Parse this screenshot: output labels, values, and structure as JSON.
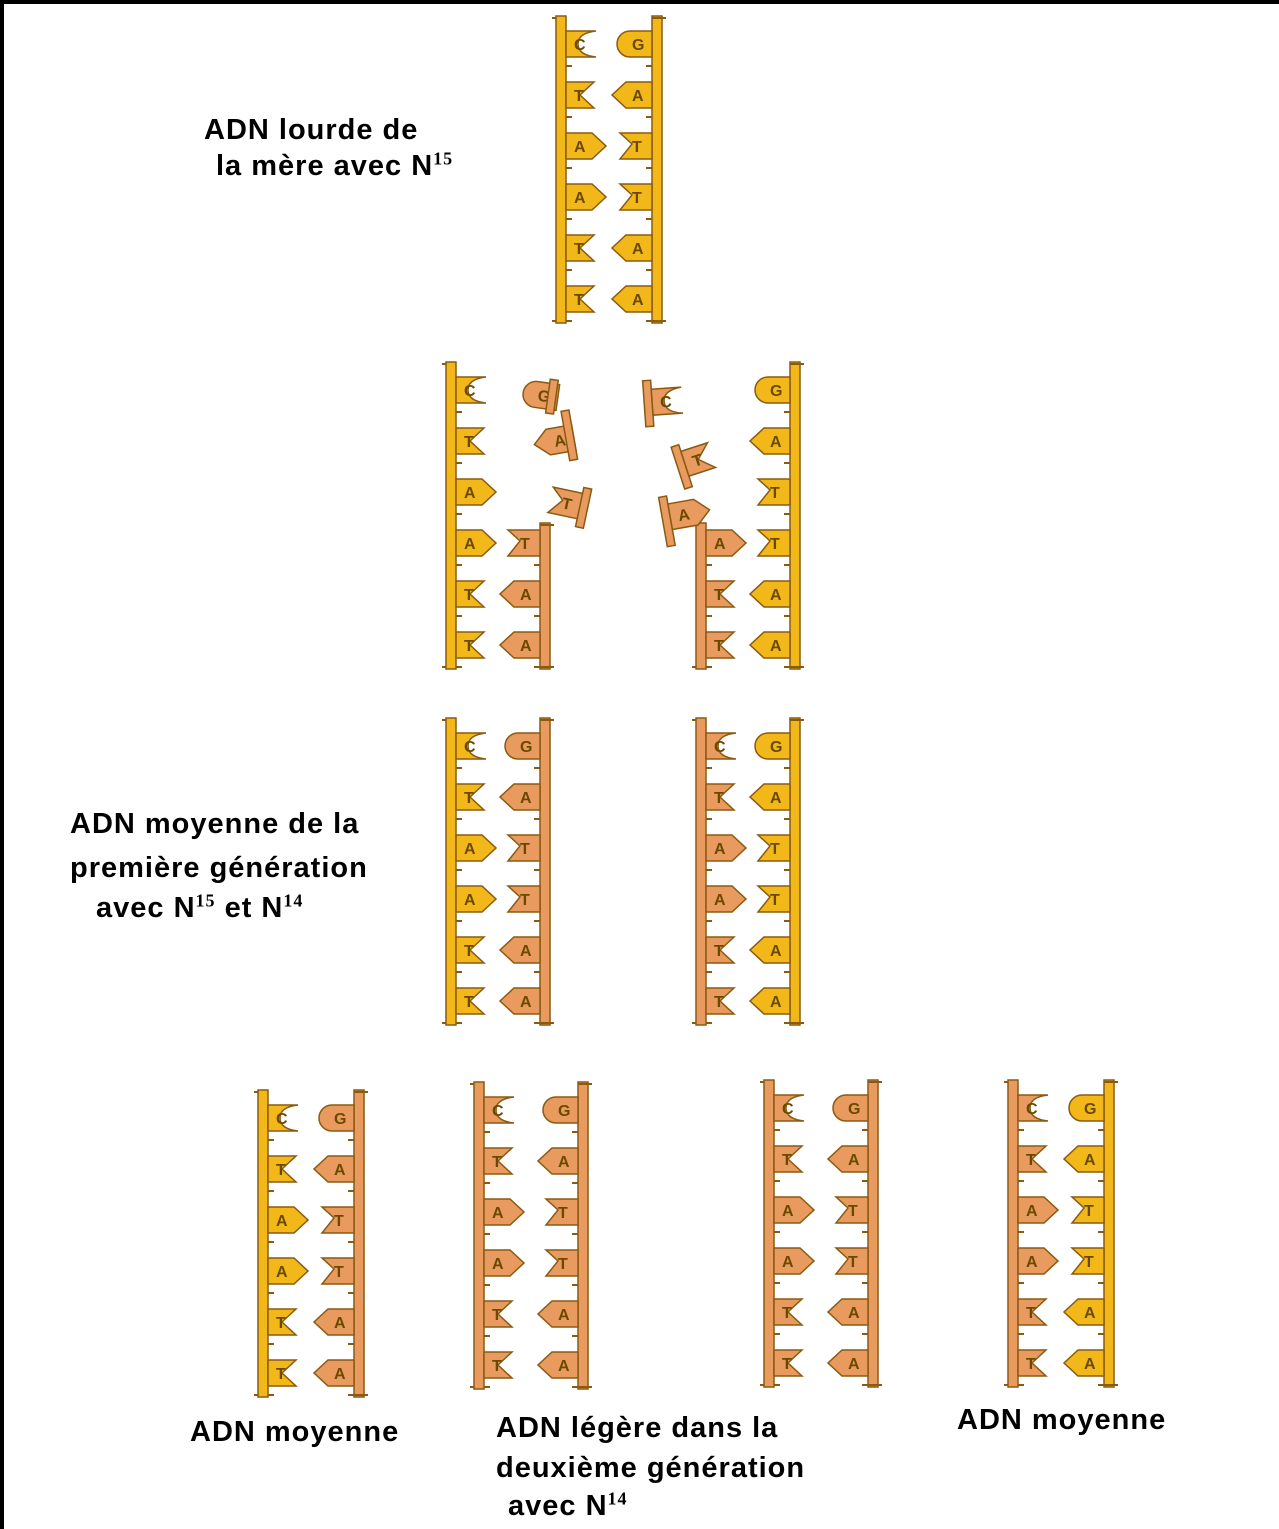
{
  "labels": {
    "parent": {
      "line1": "ADN lourde de",
      "line2_text": "la mère avec N",
      "line2_sup": "15"
    },
    "first_gen": {
      "line1": "ADN moyenne de la",
      "line2": "première génération",
      "line3_a": "avec N",
      "line3_sup_a": "15",
      "line3_b": " et N",
      "line3_sup_b": "14"
    },
    "second_gen_left": "ADN moyenne",
    "second_gen_center": {
      "line1": "ADN légère dans la",
      "line2": "deuxième génération",
      "line3_text": "avec N",
      "line3_sup": "14"
    },
    "second_gen_right": "ADN moyenne"
  },
  "colors": {
    "heavy_n15": "#f2b81a",
    "light_n14": "#e89a5f",
    "outline": "#8a5a10",
    "border": "#000000"
  },
  "sequence_left_strand": [
    "C",
    "T",
    "A",
    "A",
    "T",
    "T"
  ],
  "sequence_right_strand": [
    "G",
    "A",
    "T",
    "T",
    "A",
    "A"
  ],
  "molecules": [
    {
      "name": "parent-dna",
      "left": "heavy",
      "right": "heavy"
    },
    {
      "name": "replication-left",
      "left": "heavy",
      "right": "light"
    },
    {
      "name": "replication-right",
      "left": "light",
      "right": "heavy"
    },
    {
      "name": "gen1-dna-1",
      "left": "heavy",
      "right": "light"
    },
    {
      "name": "gen1-dna-2",
      "left": "light",
      "right": "heavy"
    },
    {
      "name": "gen2-dna-1",
      "left": "heavy",
      "right": "light"
    },
    {
      "name": "gen2-dna-2",
      "left": "light",
      "right": "light"
    },
    {
      "name": "gen2-dna-3",
      "left": "light",
      "right": "light"
    },
    {
      "name": "gen2-dna-4",
      "left": "light",
      "right": "heavy"
    }
  ]
}
